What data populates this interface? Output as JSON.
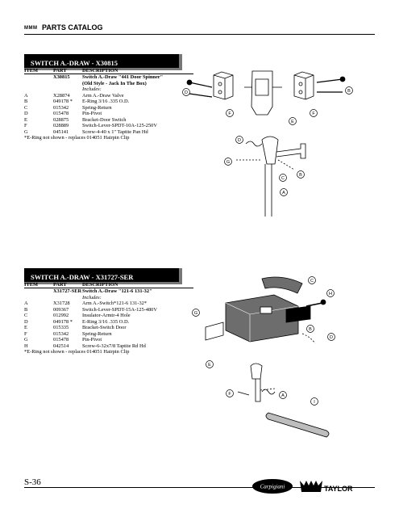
{
  "header": {
    "logo": "MMM",
    "title": "PARTS CATALOG"
  },
  "section1": {
    "banner": "SWITCH A.-DRAW - X30815",
    "headers": [
      "ITEM",
      "PART",
      "DESCRIPTION"
    ],
    "rows": [
      {
        "item": "",
        "part": "X30815",
        "desc": "Switch A.-Draw  \"441 Door Spinner\""
      },
      {
        "item": "",
        "part": "",
        "desc": "(Old Style - Jack In The Box)"
      },
      {
        "item": "",
        "part": "",
        "desc": "Includes:"
      },
      {
        "item": "A",
        "part": "X28874",
        "desc": "Arm A.-Draw Valve"
      },
      {
        "item": "B",
        "part": "049178 *",
        "desc": "E-Ring 3/16 .335 O.D."
      },
      {
        "item": "C",
        "part": "015342",
        "desc": "Spring-Return"
      },
      {
        "item": "D",
        "part": "015478",
        "desc": "Pin-Pivot"
      },
      {
        "item": "E",
        "part": "028875",
        "desc": "Bracket-Door Switch"
      },
      {
        "item": "F",
        "part": "028889",
        "desc": "Switch-Lever-SPDT-10A-125-250V"
      },
      {
        "item": "G",
        "part": "045141",
        "desc": "Screw-4-40 x 1\" Taptite Pan Hd"
      }
    ],
    "note": "*E-Ring not shown - replaces 014051 Hairpin Clip",
    "callouts": [
      "D",
      "B",
      "F",
      "E",
      "F",
      "D",
      "G",
      "B",
      "C",
      "A"
    ]
  },
  "section2": {
    "banner": "SWITCH A.-DRAW - X31727-SER",
    "headers": [
      "ITEM",
      "PART",
      "DESCRIPTION"
    ],
    "rows": [
      {
        "item": "",
        "part": "X31727-SER",
        "desc": "Switch A.-Draw  \"121-6 131-32\""
      },
      {
        "item": "",
        "part": "",
        "desc": "Includes:"
      },
      {
        "item": "A",
        "part": "X31728",
        "desc": "Arm A.-Switch*121-6 131-32*"
      },
      {
        "item": "B",
        "part": "009367",
        "desc": "Switch-Lever-SPDT-15A-125-480V"
      },
      {
        "item": "C",
        "part": "012992",
        "desc": "Insulator-Armtr-4 Hole"
      },
      {
        "item": "D",
        "part": "049178 *",
        "desc": "E-Ring 3/16 .335 O.D."
      },
      {
        "item": "E",
        "part": "015335",
        "desc": "Bracket-Switch Door"
      },
      {
        "item": "F",
        "part": "015342",
        "desc": "Spring-Return"
      },
      {
        "item": "G",
        "part": "015478",
        "desc": "Pin-Pivot"
      },
      {
        "item": "H",
        "part": "042514",
        "desc": "Screw-6-32x7/8 Taptite Rd Hd"
      }
    ],
    "note": "*E-Ring not shown - replaces 014051 Hairpin Clip",
    "callouts": [
      "C",
      "H",
      "G",
      "B",
      "D",
      "E",
      "F",
      "A",
      "I"
    ]
  },
  "footer": {
    "page": "S-36",
    "brand_left": "Carpigiani",
    "brand_right": "TAYLOR"
  }
}
